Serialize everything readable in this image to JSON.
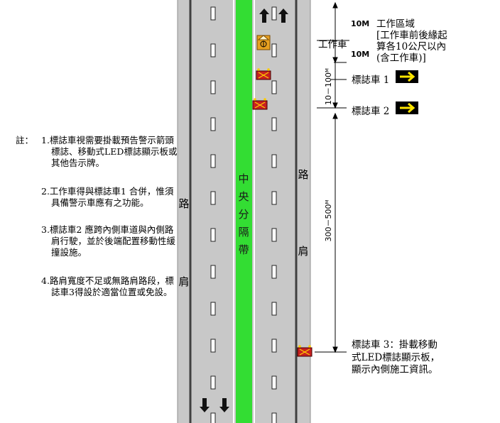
{
  "colors": {
    "road": "#c8c8c8",
    "median": "#33dd33",
    "shoulder_line": "#404040",
    "vehicle_red": "#c82020",
    "work_vehicle": "#e8a020",
    "arrow_board_yellow": "#ffe600"
  },
  "icons": [
    "arrow-up-icon",
    "arrow-down-icon",
    "arrow-right-board-icon",
    "work-vehicle-icon",
    "sign-vehicle-icon"
  ],
  "notes": {
    "label": "註：",
    "items": [
      "1.標誌車視需要掛載預告警示箭頭標誌、移動式LED標誌顯示板或其他告示牌。",
      "2.工作車得與標誌車1 合併，惟須具備警示車應有之功能。",
      "3.標誌車2 應跨內側車道與內側路肩行駛，並於後端配置移動性緩撞設施。",
      "4.路肩寬度不足或無路肩路段，標誌車3得設於適當位置或免設。"
    ]
  },
  "road": {
    "left_shoulder": "路\n肩",
    "right_shoulder": "路\n肩",
    "median": "中\n央\n分\n隔\n帶"
  },
  "labels": {
    "work_zone": "工作區域\n[工作車前後緣起算各10公尺以內(含工作車)]",
    "work_vehicle": "工作車",
    "ten_m_top": "10M",
    "ten_m_bottom": "10M",
    "dist_10_100": "10－100ᴹ",
    "dist_300_500": "300－500ᴹ",
    "sign_car_1": "標誌車 1",
    "sign_car_2": "標誌車 2",
    "sign_car_3": "標誌車 3：掛載移動\n式LED標誌顯示板，\n顯示內側施工資訊。"
  }
}
